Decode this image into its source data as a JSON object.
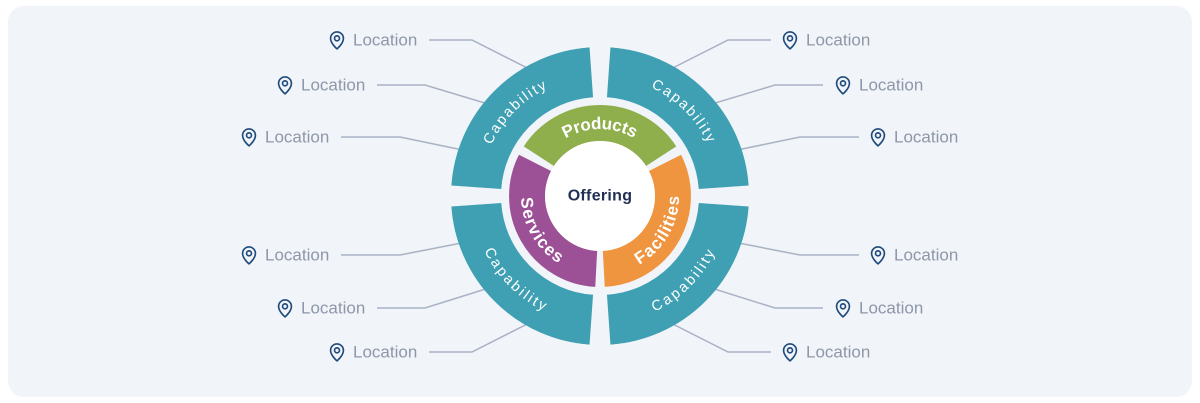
{
  "colors": {
    "teal": "#3FA0B4",
    "green": "#8FAF4D",
    "orange": "#F0953F",
    "purple": "#9C5095",
    "navy": "#223054",
    "pin": "#1F4B7C",
    "location_text": "#8E97A9",
    "line": "#A9B2C4",
    "card_bg": "#F1F4F8",
    "center_bg": "#FFFFFF"
  },
  "diagram": {
    "center_label": "Offering",
    "segments": {
      "products": "Products",
      "facilities": "Facilities",
      "services": "Services"
    },
    "capabilities": {
      "top_left": "Capability",
      "top_right": "Capability",
      "bottom_left": "Capability",
      "bottom_right": "Capability"
    }
  },
  "locations": {
    "left": [
      {
        "label": "Location"
      },
      {
        "label": "Location"
      },
      {
        "label": "Location"
      },
      {
        "label": "Location"
      },
      {
        "label": "Location"
      },
      {
        "label": "Location"
      }
    ],
    "right": [
      {
        "label": "Location"
      },
      {
        "label": "Location"
      },
      {
        "label": "Location"
      },
      {
        "label": "Location"
      },
      {
        "label": "Location"
      },
      {
        "label": "Location"
      }
    ]
  }
}
